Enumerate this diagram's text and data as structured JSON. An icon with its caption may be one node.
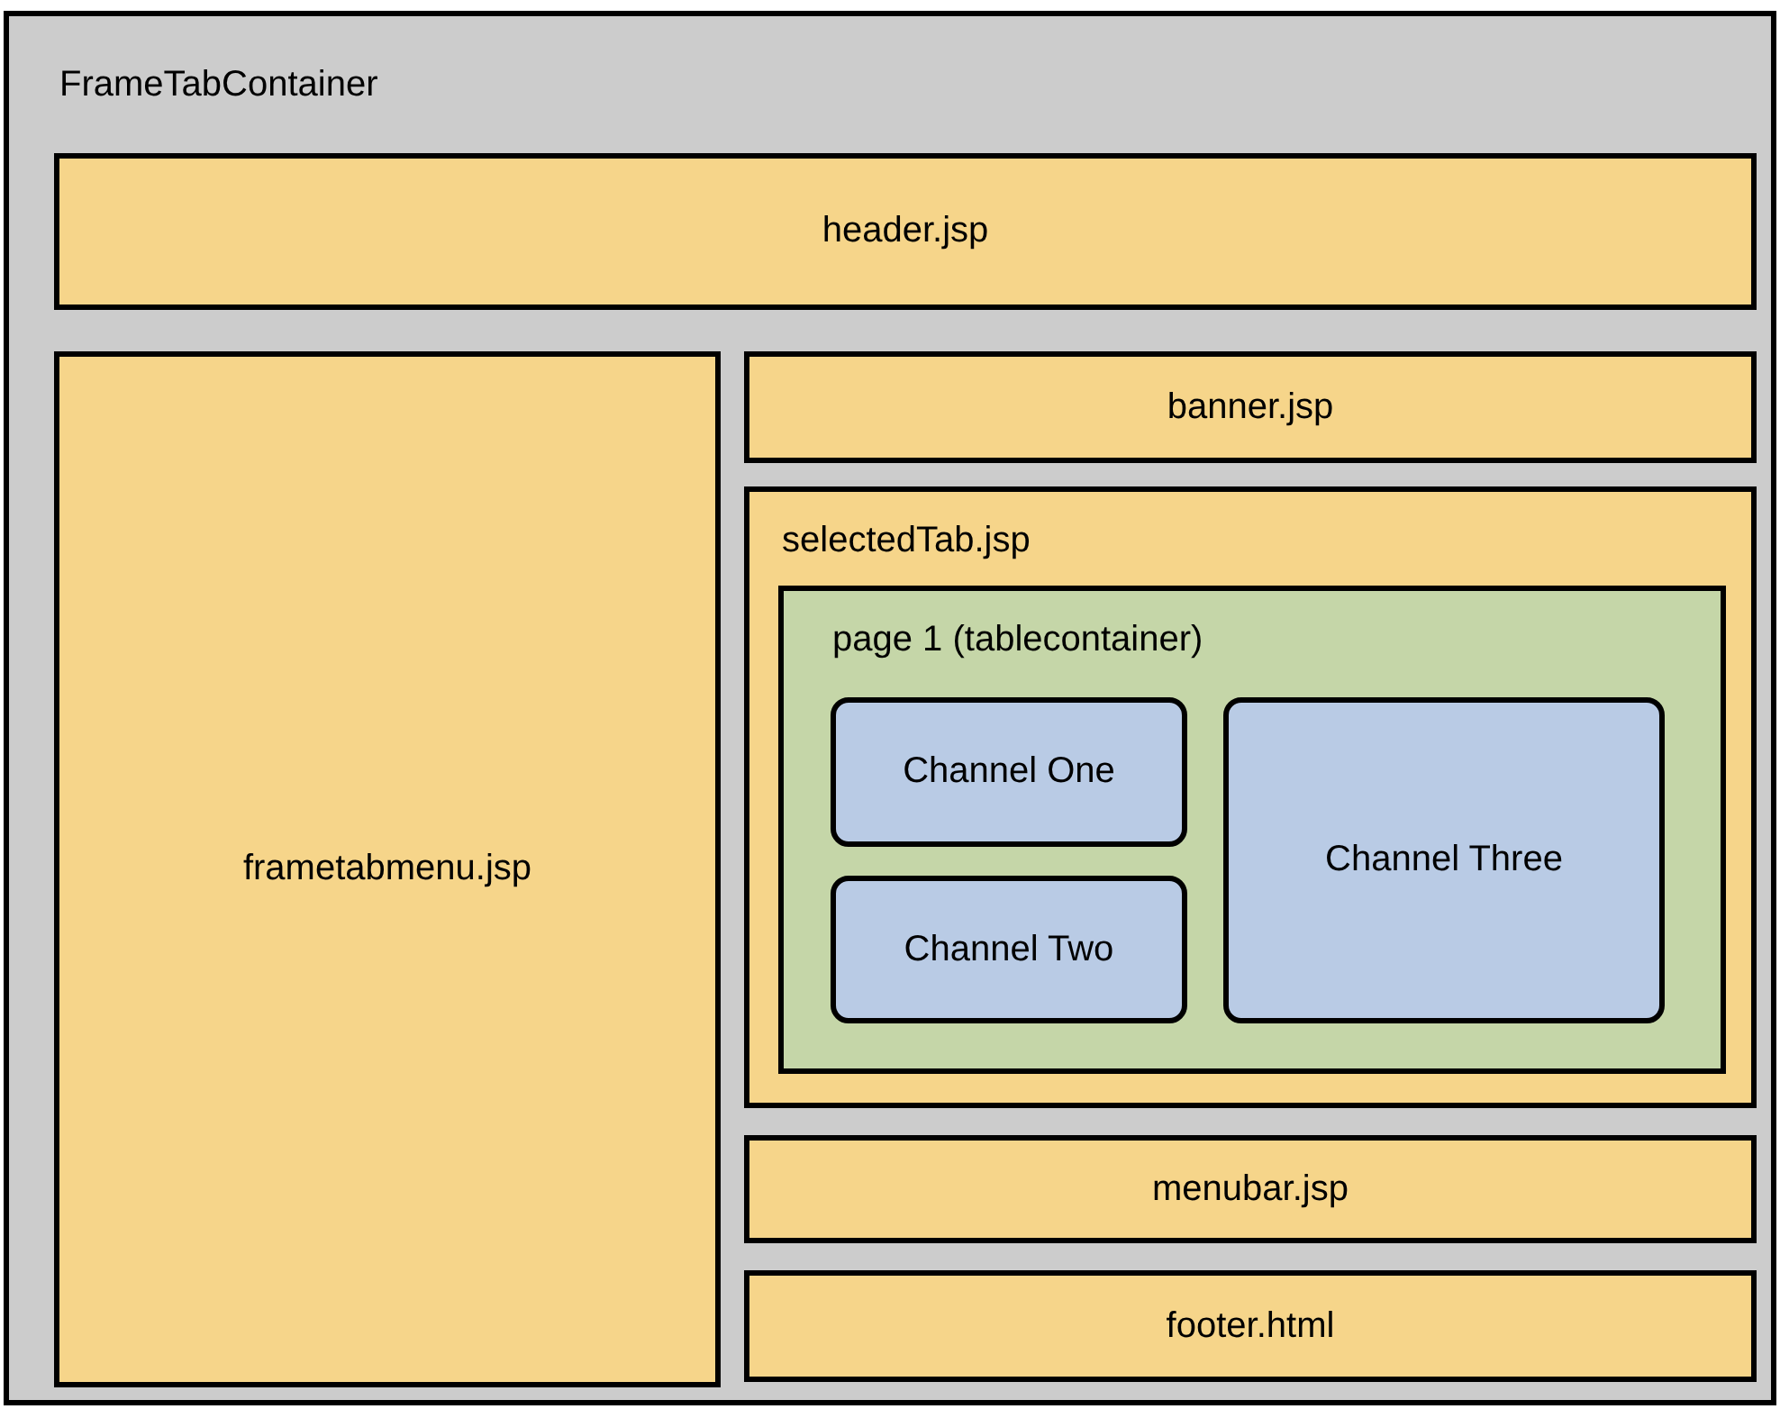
{
  "diagram": {
    "nodes": [
      {
        "text": [
          "FrameTabContainer"
        ]
      },
      {
        "text": [
          "header.jsp"
        ],
        "in": 0
      },
      {
        "text": [
          "frametabmenu.jsp"
        ],
        "in": 0
      },
      {
        "text": [
          "banner.jsp"
        ],
        "in": 0
      },
      {
        "text": [
          "selectedTab.jsp"
        ],
        "in": 0
      },
      {
        "text": [
          "page 1 (tablecontainer)"
        ],
        "in": 4
      },
      {
        "text": [
          "Channel One"
        ],
        "in": 5
      },
      {
        "text": [
          "Channel Two"
        ],
        "in": 5
      },
      {
        "text": [
          "Channel Three"
        ],
        "in": 5
      },
      {
        "text": [
          "menubar.jsp"
        ],
        "in": 0
      },
      {
        "text": [
          "footer.html"
        ],
        "in": 0
      }
    ],
    "edges": []
  }
}
